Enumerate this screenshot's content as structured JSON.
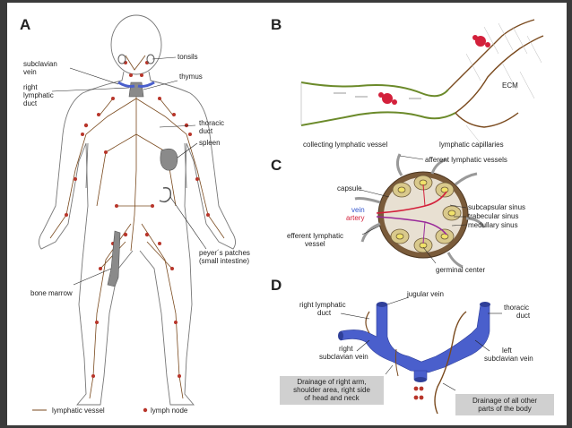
{
  "panels": {
    "a": {
      "letter": "A",
      "labels": {
        "tonsils": "tonsils",
        "subclavian_1": "subclavian",
        "subclavian_2": "vein",
        "right_lymph_1": "right",
        "right_lymph_2": "lymphatic",
        "right_lymph_3": "duct",
        "thymus": "thymus",
        "thoracic_1": "thoracic",
        "thoracic_2": "duct",
        "spleen": "spleen",
        "peyers_1": "peyer´s patches",
        "peyers_2": "(small intestine)",
        "bone_marrow": "bone marrow"
      },
      "legend": {
        "vessel": "lymphatic vessel",
        "node": "lymph node"
      }
    },
    "b": {
      "letter": "B",
      "labels": {
        "ecm": "ECM",
        "collecting": "collecting lymphatic vessel",
        "capillaries": "lymphatic capillaries"
      }
    },
    "c": {
      "letter": "C",
      "labels": {
        "afferent": "afferent lymphatic vessels",
        "capsule": "capsule",
        "vein": "vein",
        "artery": "artery",
        "efferent_1": "efferent lymphatic",
        "efferent_2": "vessel",
        "subcapsular": "subcapsular sinus",
        "trabecular": "trabecular sinus",
        "medullary": "medullary sinus",
        "germinal": "germinal center"
      }
    },
    "d": {
      "letter": "D",
      "labels": {
        "jugular": "jugular vein",
        "right_lymph_1": "right lymphatic",
        "right_lymph_2": "duct",
        "thoracic_1": "thoracic",
        "thoracic_2": "duct",
        "right_sub_1": "right",
        "right_sub_2": "subclavian vein",
        "left_1": "left",
        "left_2": "subclavian vein",
        "drain_right_1": "Drainage of right arm,",
        "drain_right_2": "shoulder area, right side",
        "drain_right_3": "of head and neck",
        "drain_other_1": "Drainage of all other",
        "drain_other_2": "parts of the body"
      }
    }
  },
  "colors": {
    "lymph_vessel": "#7a4a1e",
    "lymph_node": "#b8352a",
    "vein_blue": "#4a5fcc",
    "artery_red": "#d3203b",
    "callout_box": "#d0d0d0",
    "frame": "#3a3a3a"
  }
}
